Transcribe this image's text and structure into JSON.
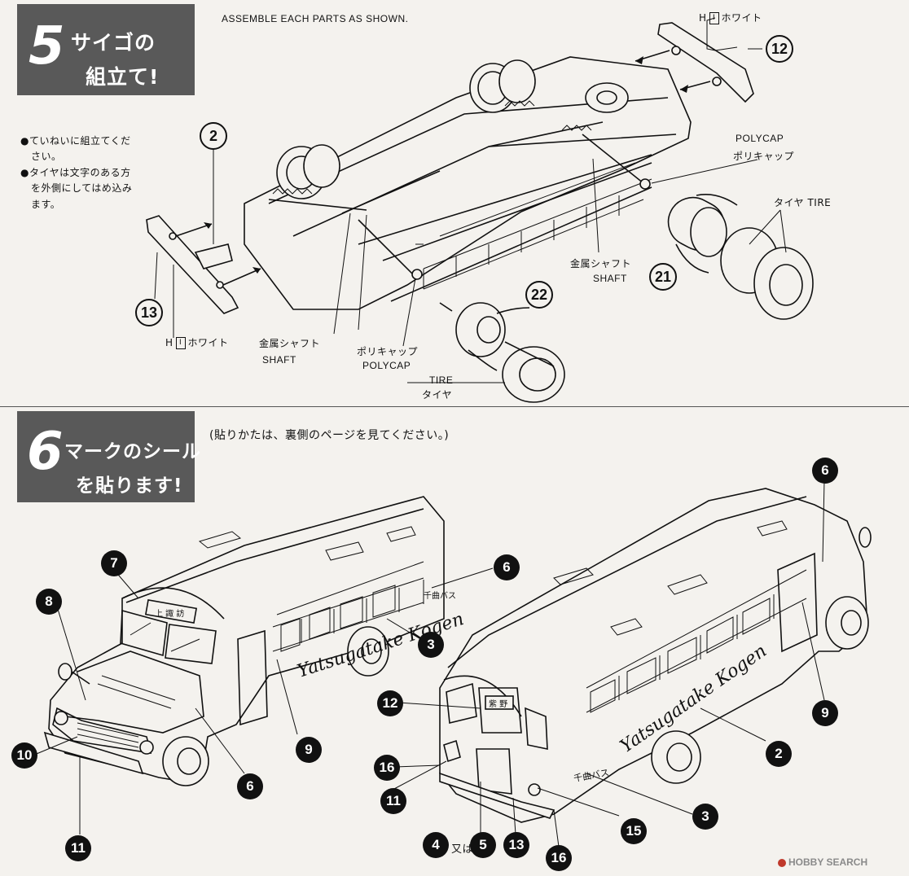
{
  "step5": {
    "number": "5",
    "title_line1": "サイゴの",
    "title_line2": "組立て!",
    "instruction_en": "ASSEMBLE EACH PARTS AS SHOWN.",
    "notes": [
      "●ていねいに組立てくだ",
      "さい。",
      "●タイヤは文字のある方",
      "を外側にしてはめ込み",
      "ます。"
    ],
    "labels": {
      "h_white_top_prefix": "H",
      "h_white_top_box": "I",
      "h_white_top_text": "ホワイト",
      "h_white_bottom_prefix": "H",
      "h_white_bottom_box": "I",
      "h_white_bottom_text": "ホワイト",
      "polycap_right_en": "POLYCAP",
      "polycap_right_jp": "ポリキャップ",
      "tire_right": "タイヤ TIRE",
      "shaft_right_jp": "金属シャフト",
      "shaft_right_en": "SHAFT",
      "shaft_left_jp": "金属シャフト",
      "shaft_left_en": "SHAFT",
      "polycap_mid_jp": "ポリキャップ",
      "polycap_mid_en": "POLYCAP",
      "tire_mid_en": "TIRE",
      "tire_mid_jp": "タイヤ"
    },
    "parts": [
      "2",
      "12",
      "13",
      "21",
      "22"
    ]
  },
  "step6": {
    "number": "6",
    "title_line1": "マークのシール",
    "title_line2": "を貼ります!",
    "note": "(貼りかたは、裏側のページを見てください。)",
    "bus_logo": "Yatsugatake Kogen",
    "bus_small_sign": "千曲バス",
    "front_sign": "紫 野",
    "decals": [
      "7",
      "8",
      "6",
      "3",
      "10",
      "9",
      "11",
      "6",
      "6",
      "12",
      "9",
      "2",
      "16",
      "11",
      "3",
      "15",
      "4",
      "5",
      "13",
      "16"
    ],
    "or_text": "又は"
  },
  "watermark": "HOBBY SEARCH"
}
